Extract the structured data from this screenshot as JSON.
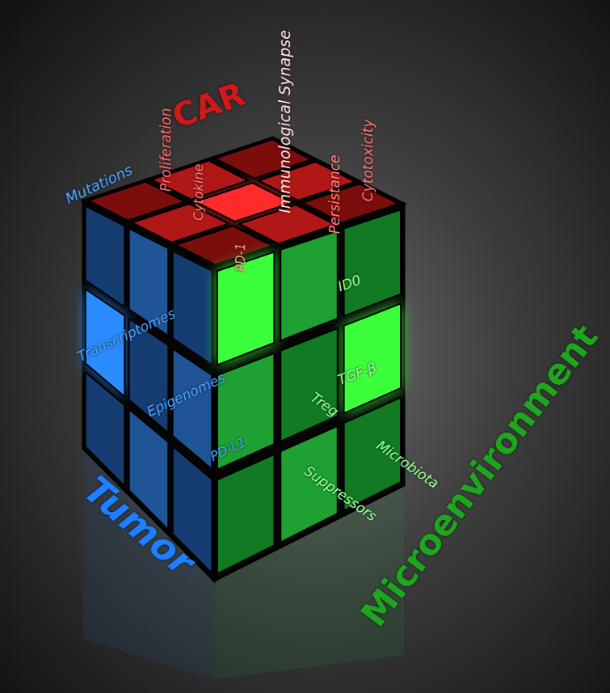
{
  "diagram": {
    "labels": [
      "CAR",
      "Immunological Synapse",
      "Proliferation",
      "Cytokine",
      "Persistance",
      "Cytotoxicity",
      "PD-1",
      "Mutations",
      "ID0",
      "Transcriptomes",
      "TGF-β",
      "Epigenomes",
      "Treg",
      "Microbiota",
      "PD-L1",
      "Suppressors",
      "Tumor",
      "Microenvironment"
    ]
  }
}
